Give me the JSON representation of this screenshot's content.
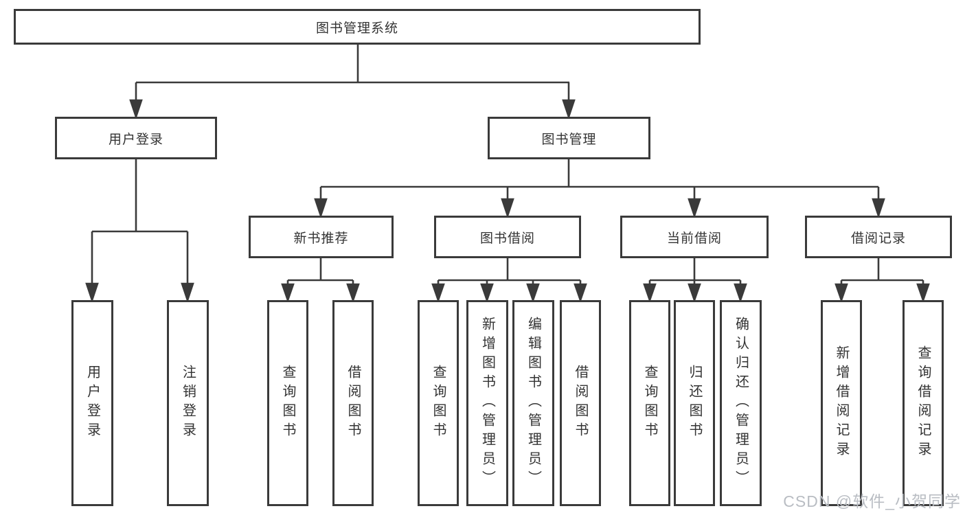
{
  "diagram_type": "tree",
  "colors": {
    "background": "#ffffff",
    "line": "#3a3a3a",
    "box_border": "#3a3a3a",
    "text": "#333333",
    "watermark": "#b9bdc3"
  },
  "tree": {
    "label": "图书管理系统",
    "children": [
      {
        "label": "用户登录",
        "children": [
          {
            "label": "用户登录"
          },
          {
            "label": "注销登录"
          }
        ]
      },
      {
        "label": "图书管理",
        "children": [
          {
            "label": "新书推荐",
            "children": [
              {
                "label": "查询图书"
              },
              {
                "label": "借阅图书"
              }
            ]
          },
          {
            "label": "图书借阅",
            "children": [
              {
                "label": "查询图书"
              },
              {
                "label": "新增图书（管理员）"
              },
              {
                "label": "编辑图书（管理员）"
              },
              {
                "label": "借阅图书"
              }
            ]
          },
          {
            "label": "当前借阅",
            "children": [
              {
                "label": "查询图书"
              },
              {
                "label": "归还图书"
              },
              {
                "label": "确认归还（管理员）"
              }
            ]
          },
          {
            "label": "借阅记录",
            "children": [
              {
                "label": "新增借阅记录"
              },
              {
                "label": "查询借阅记录"
              }
            ]
          }
        ]
      }
    ]
  },
  "watermark": {
    "text": "CSDN @软件_小贺同学"
  }
}
